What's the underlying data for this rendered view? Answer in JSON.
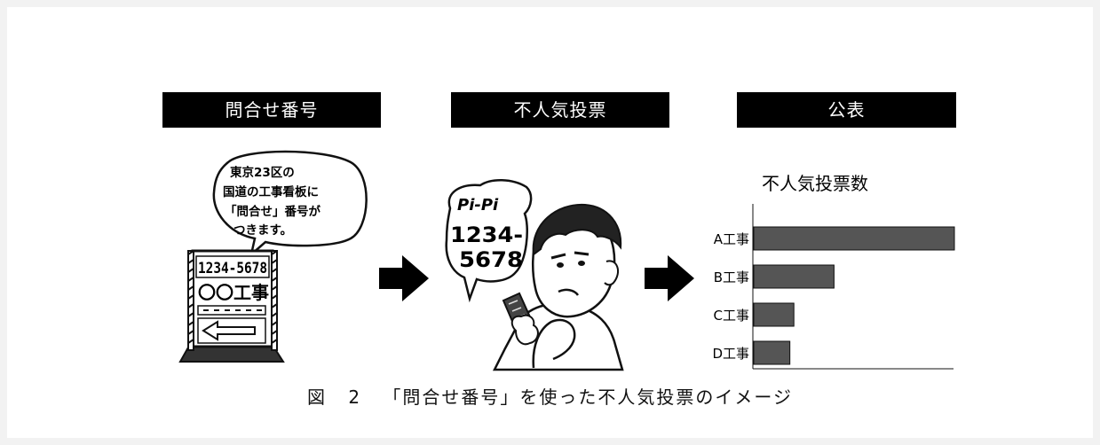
{
  "steps": [
    {
      "label": "問合せ番号"
    },
    {
      "label": "不人気投票"
    },
    {
      "label": "公表"
    }
  ],
  "illustrations": {
    "sign_bubble": [
      "東京23区の",
      "国道の工事看板に",
      "「問合せ」番号が",
      "つきます。"
    ],
    "sign_number": "1234-5678",
    "sign_name": "〇〇工事",
    "phone_bubble_top": "Pi-Pi",
    "phone_bubble_number": [
      "1234-",
      "5678"
    ]
  },
  "chart_data": {
    "type": "bar",
    "orientation": "horizontal",
    "title": "不人気投票数",
    "categories": [
      "A工事",
      "B工事",
      "C工事",
      "D工事"
    ],
    "values": [
      100,
      40,
      20,
      18
    ],
    "xlim": [
      0,
      100
    ],
    "bar_color": "#555555"
  },
  "caption": {
    "fig": "図",
    "num": "2",
    "text": "「問合せ番号」を使った不人気投票のイメージ"
  }
}
